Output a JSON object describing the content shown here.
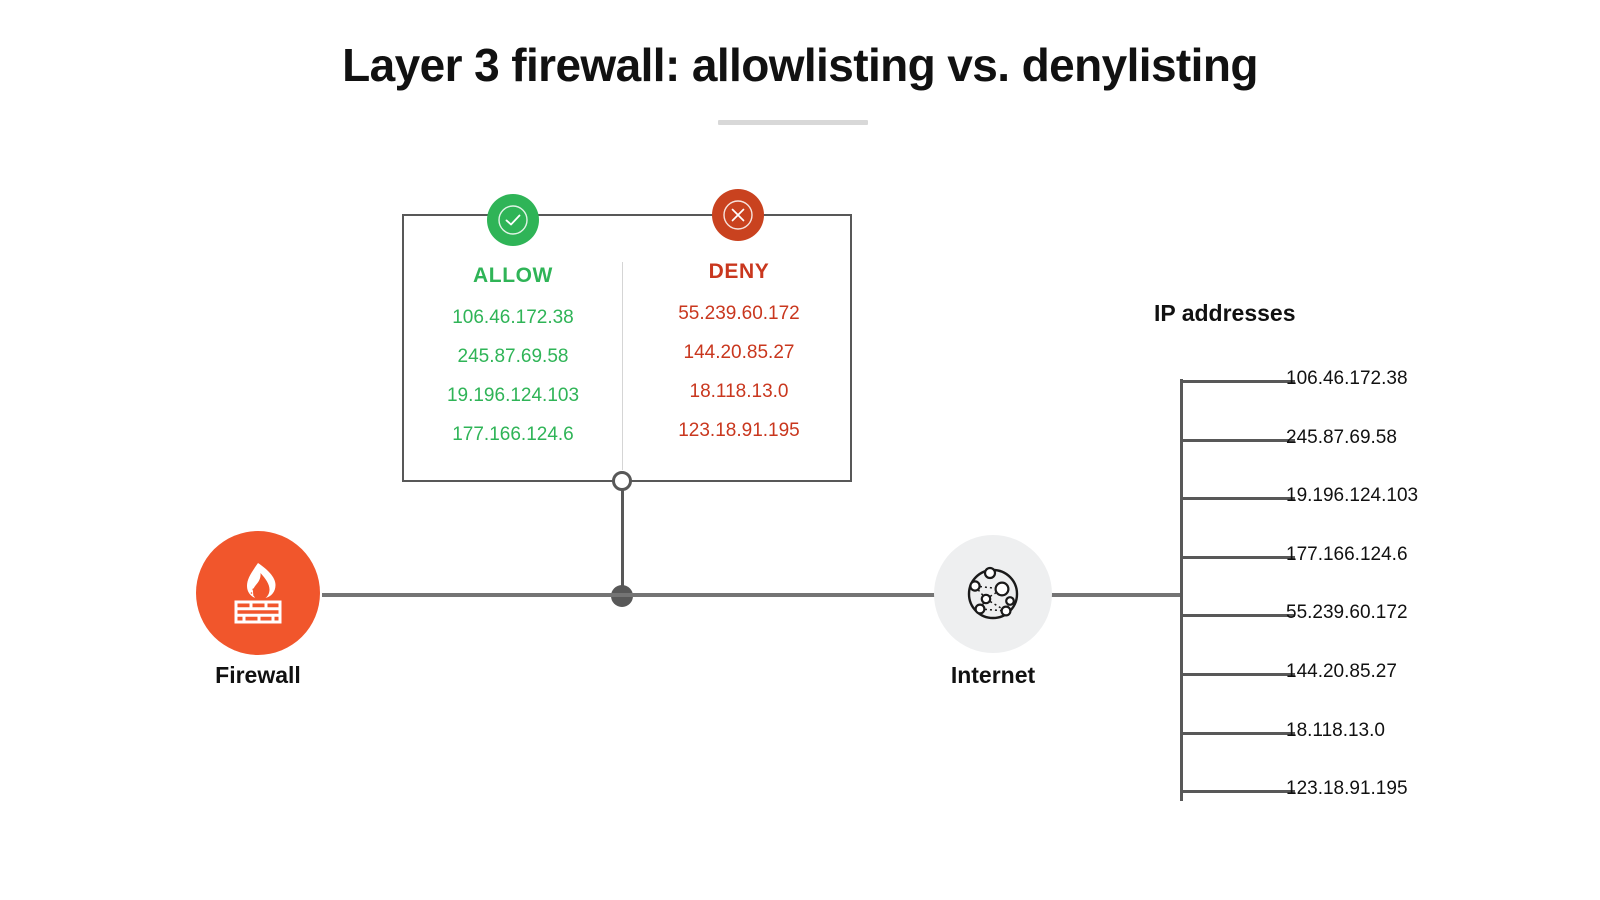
{
  "title": "Layer 3 firewall: allowlisting vs. denylisting",
  "colors": {
    "allow_green": "#2fb457",
    "deny_red": "#c9371e",
    "deny_badge": "#c9421f",
    "firewall_orange": "#f1562c",
    "internet_gray": "#eeeff0",
    "line_gray": "#585858",
    "rule_gray": "#d8d8d8"
  },
  "policy": {
    "allow": {
      "label": "ALLOW",
      "icon": "check-circle-icon",
      "ips": [
        "106.46.172.38",
        "245.87.69.58",
        "19.196.124.103",
        "177.166.124.6"
      ]
    },
    "deny": {
      "label": "DENY",
      "icon": "x-circle-icon",
      "ips": [
        "55.239.60.172",
        "144.20.85.27",
        "18.118.13.0",
        "123.18.91.195"
      ]
    }
  },
  "nodes": {
    "firewall": {
      "label": "Firewall",
      "icon": "firewall-flame-brick-icon"
    },
    "internet": {
      "label": "Internet",
      "icon": "network-globe-icon"
    }
  },
  "ip_addresses": {
    "heading": "IP addresses",
    "items": [
      "106.46.172.38",
      "245.87.69.58",
      "19.196.124.103",
      "177.166.124.6",
      "55.239.60.172",
      "144.20.85.27",
      "18.118.13.0",
      "123.18.91.195"
    ]
  }
}
